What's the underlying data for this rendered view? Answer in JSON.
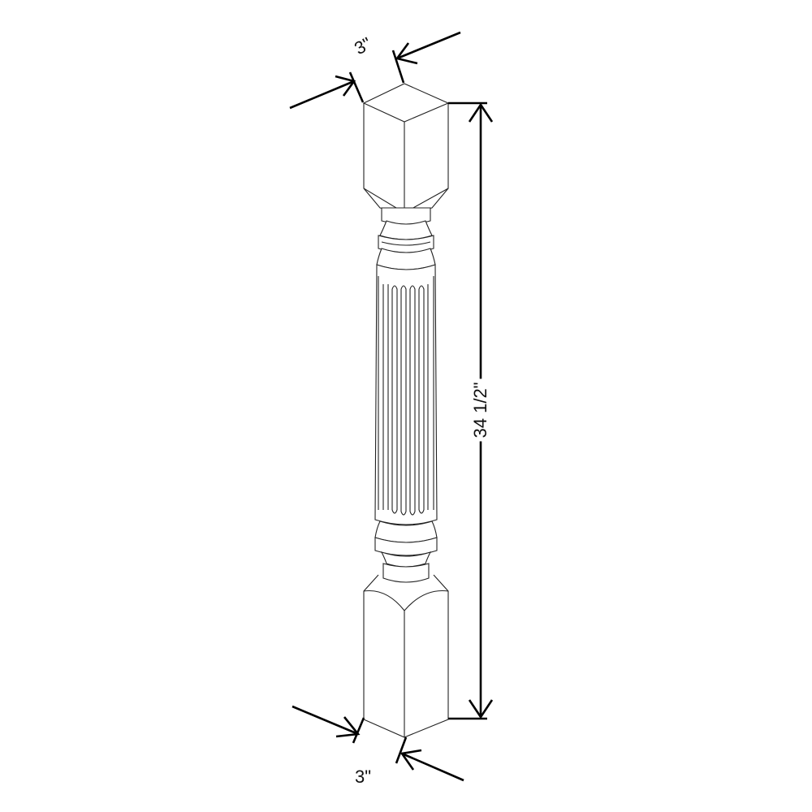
{
  "drawing": {
    "subject": "fluted-column",
    "dimensions": {
      "top_width": "3\"",
      "bottom_width": "3\"",
      "height": "34 1/2\""
    },
    "colors": {
      "line": "#222222",
      "dimension_line": "#000000",
      "background": "#ffffff"
    }
  }
}
